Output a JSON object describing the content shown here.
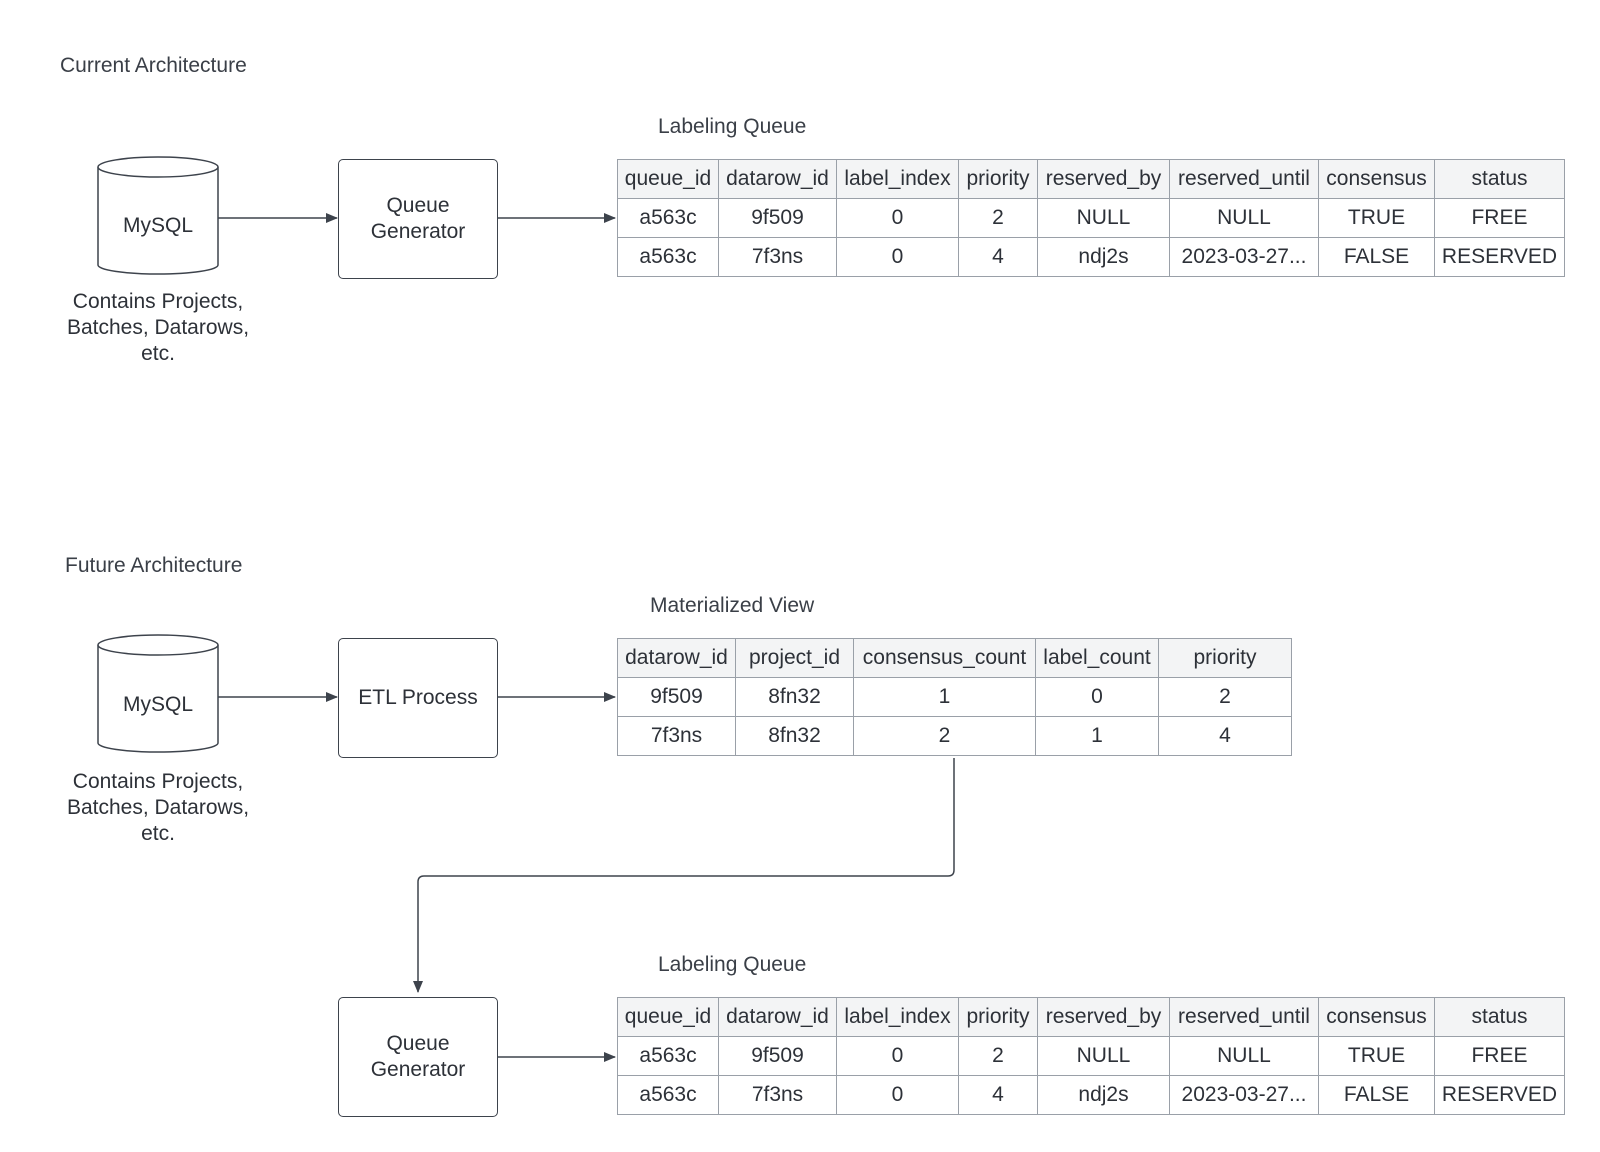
{
  "current": {
    "title": "Current Architecture",
    "db_label": "MySQL",
    "db_note": "Contains Projects,\nBatches, Datarows,\netc.",
    "process_label": "Queue\nGenerator",
    "table_caption": "Labeling Queue",
    "table": {
      "columns": [
        "queue_id",
        "datarow_id",
        "label_index",
        "priority",
        "reserved_by",
        "reserved_until",
        "consensus",
        "status"
      ],
      "rows": [
        [
          "a563c",
          "9f509",
          "0",
          "2",
          "NULL",
          "NULL",
          "TRUE",
          "FREE"
        ],
        [
          "a563c",
          "7f3ns",
          "0",
          "4",
          "ndj2s",
          "2023-03-27...",
          "FALSE",
          "RESERVED"
        ]
      ]
    }
  },
  "future": {
    "title": "Future Architecture",
    "db_label": "MySQL",
    "db_note": "Contains Projects,\nBatches, Datarows,\netc.",
    "etl_label": "ETL Process",
    "view_caption": "Materialized View",
    "view_table": {
      "columns": [
        "datarow_id",
        "project_id",
        "consensus_count",
        "label_count",
        "priority"
      ],
      "rows": [
        [
          "9f509",
          "8fn32",
          "1",
          "0",
          "2"
        ],
        [
          "7f3ns",
          "8fn32",
          "2",
          "1",
          "4"
        ]
      ]
    },
    "process_label": "Queue\nGenerator",
    "queue_caption": "Labeling Queue",
    "queue_table": {
      "columns": [
        "queue_id",
        "datarow_id",
        "label_index",
        "priority",
        "reserved_by",
        "reserved_until",
        "consensus",
        "status"
      ],
      "rows": [
        [
          "a563c",
          "9f509",
          "0",
          "2",
          "NULL",
          "NULL",
          "TRUE",
          "FREE"
        ],
        [
          "a563c",
          "7f3ns",
          "0",
          "4",
          "ndj2s",
          "2023-03-27...",
          "FALSE",
          "RESERVED"
        ]
      ]
    }
  },
  "colors": {
    "line": "#3d434c",
    "header_bg": "#f3f4f5",
    "grid": "#9aa0a8"
  }
}
